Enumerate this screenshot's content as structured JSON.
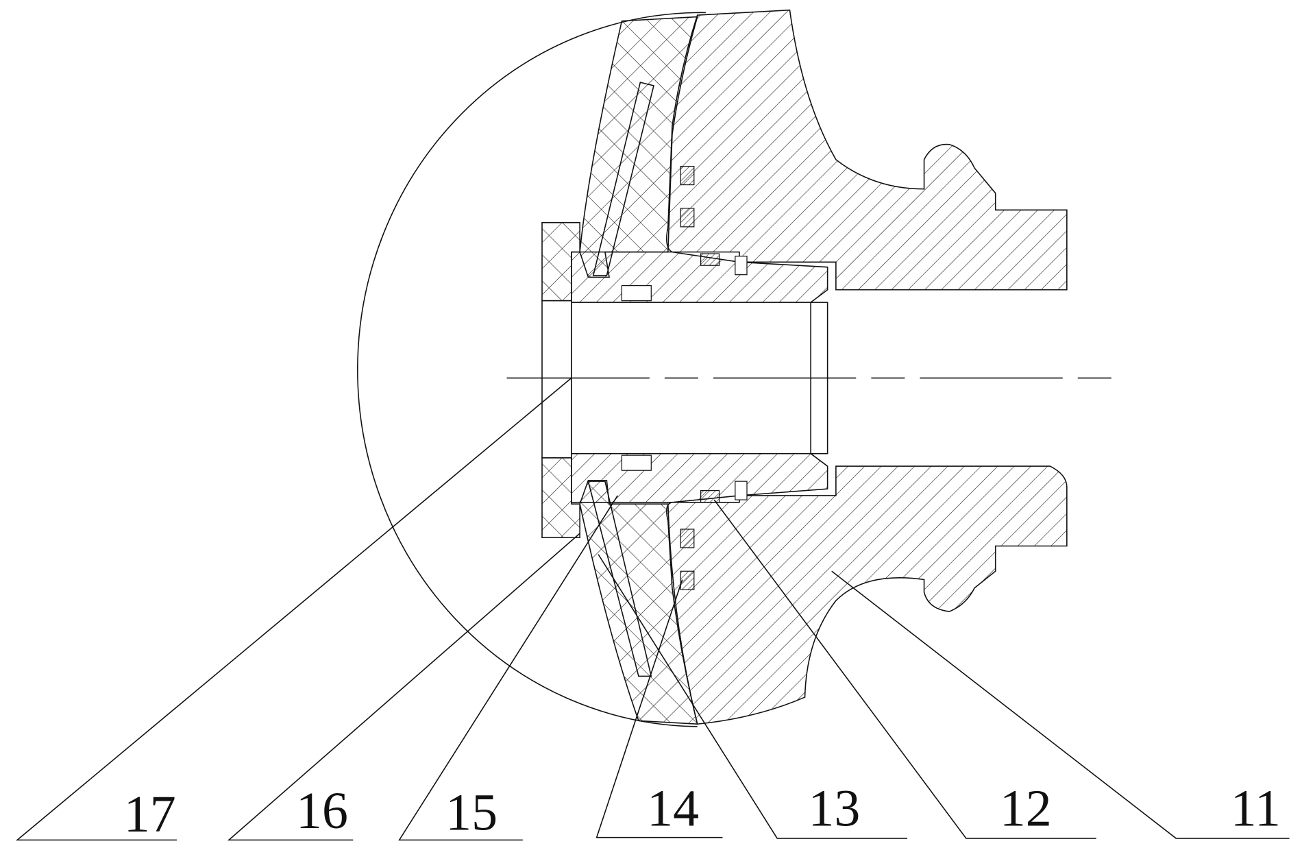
{
  "drawing": {
    "labels": {
      "p11": "11",
      "p12": "12",
      "p13": "13",
      "p14": "14",
      "p15": "15",
      "p16": "16",
      "p17": "17"
    }
  }
}
